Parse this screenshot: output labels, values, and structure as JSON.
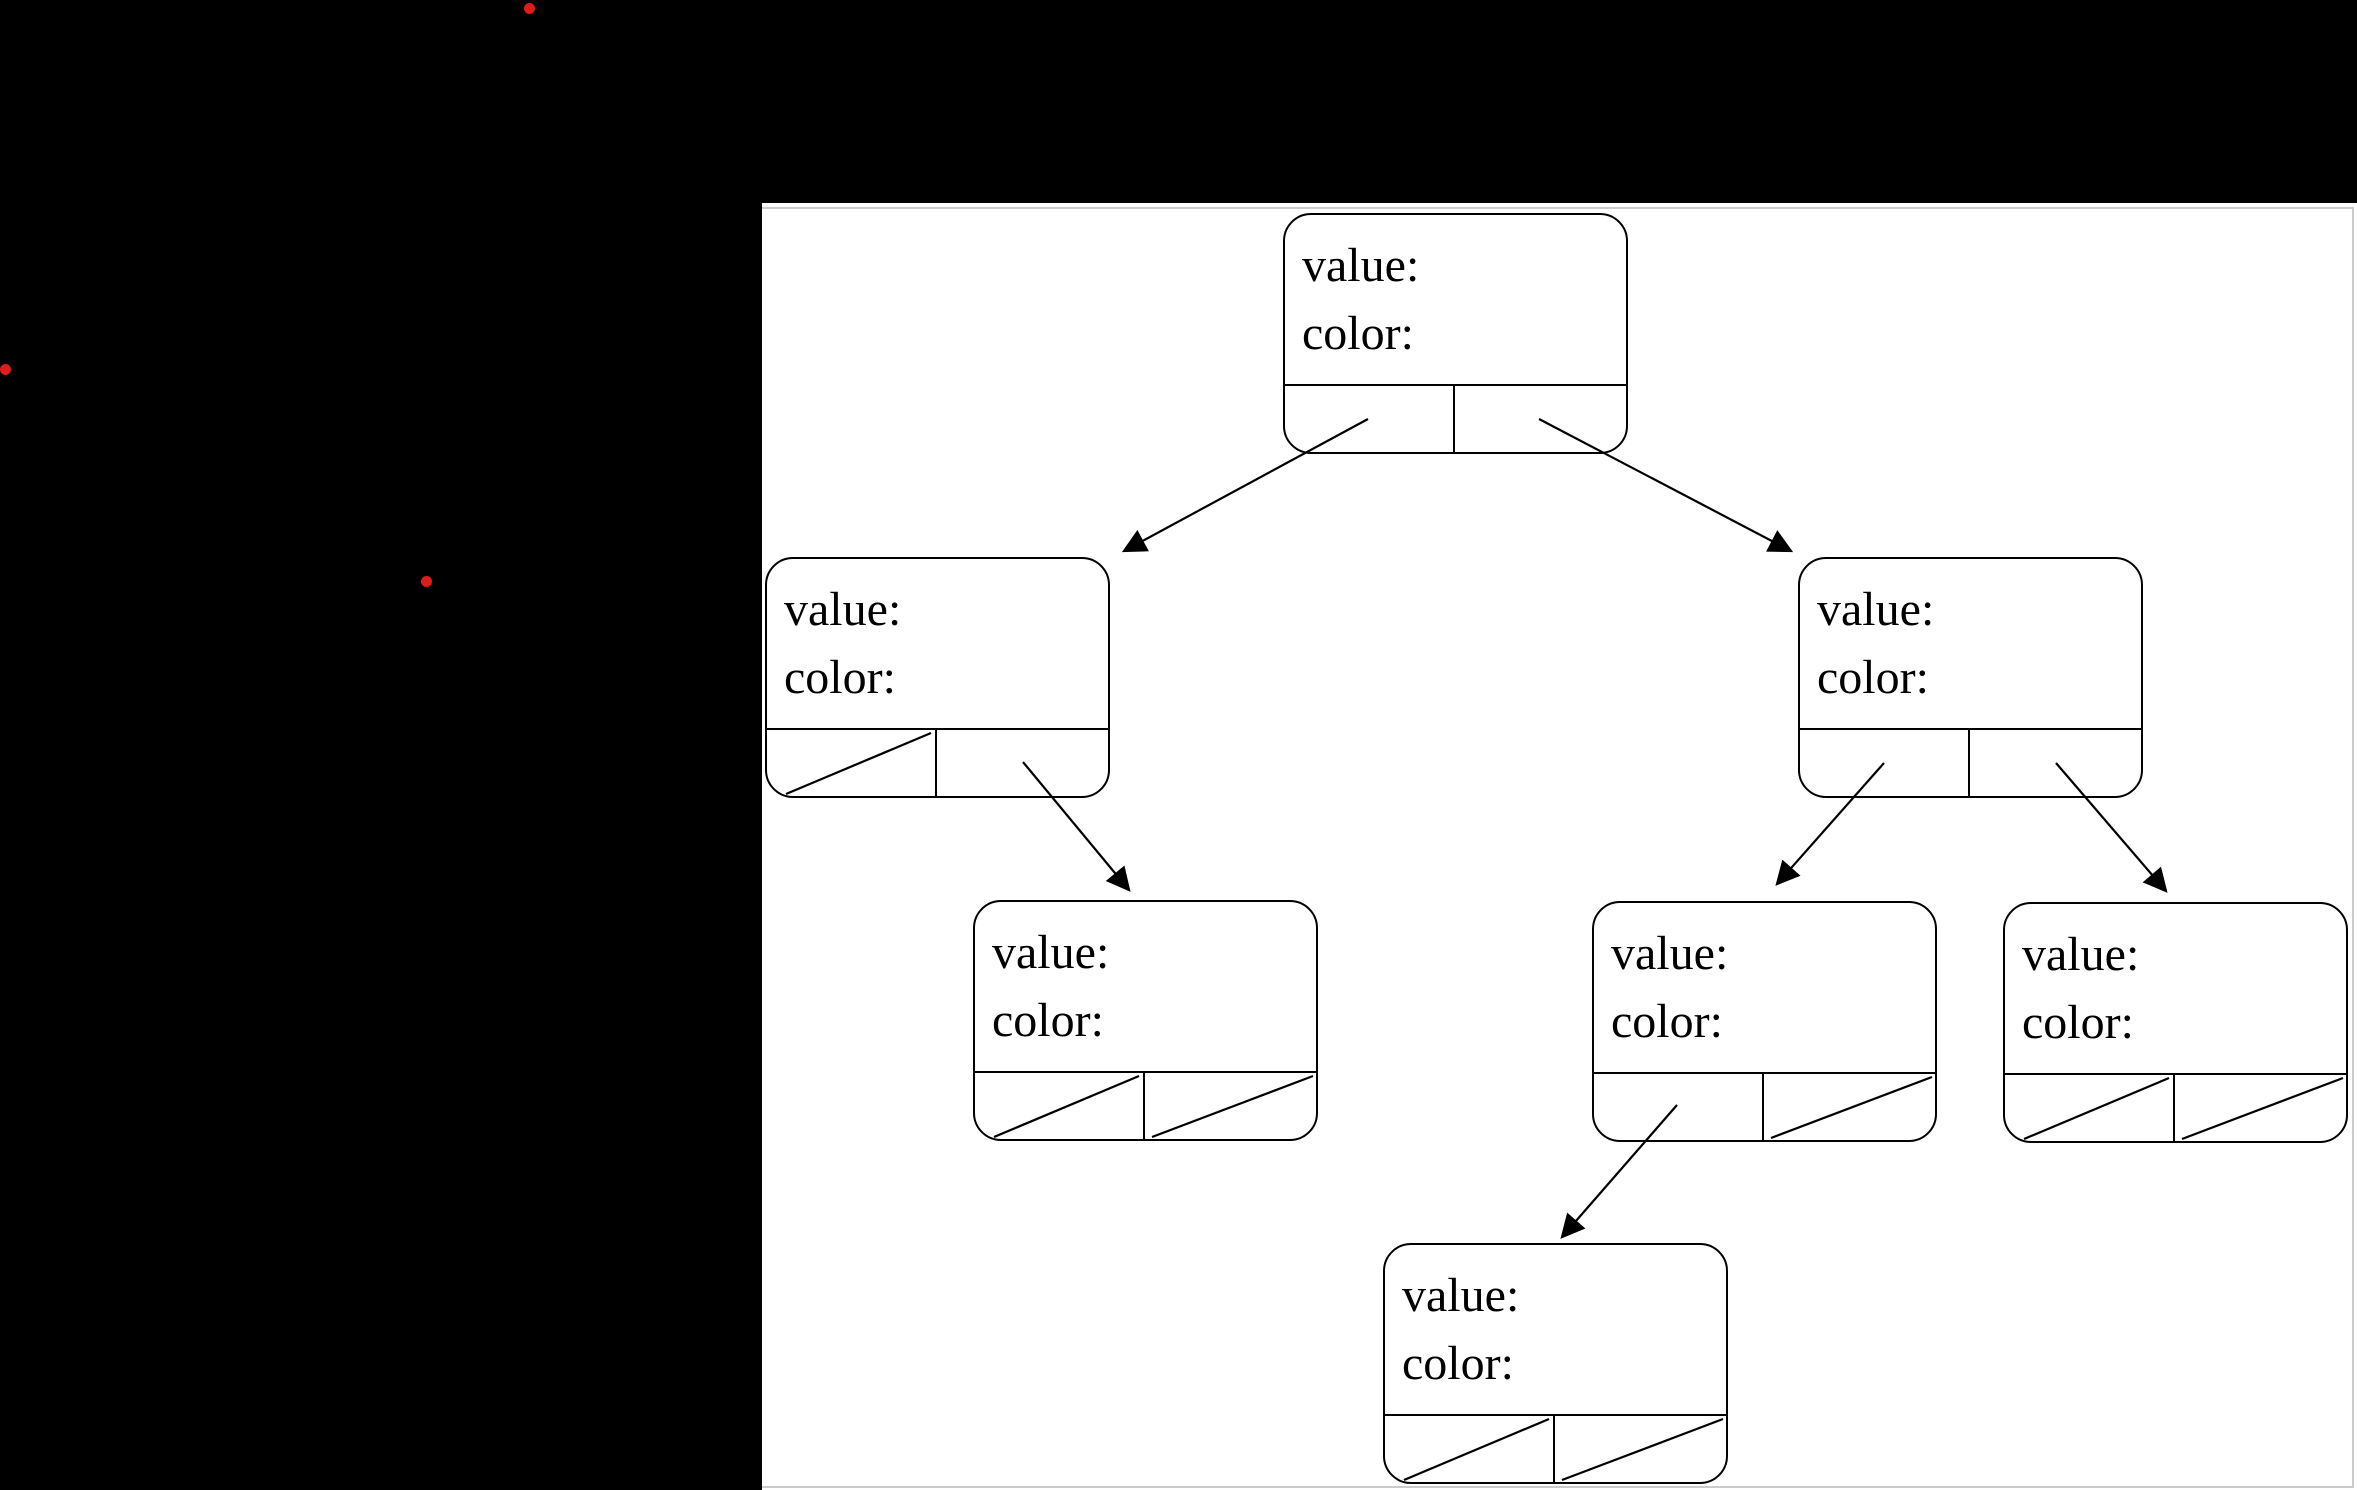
{
  "colors": {
    "desktop_background": "#000000",
    "panel_background": "#ffffff",
    "panel_border": "#cbcbcb",
    "line": "#000000",
    "text": "#000000",
    "marker_red": "#e01b1b"
  },
  "markers": {
    "description": "small red dots on black desktop background",
    "count": 3
  },
  "diagram": {
    "type": "binary-tree-node-structure",
    "nodes": [
      {
        "id": "root",
        "fields": {
          "value": "value:",
          "color": "color:"
        },
        "left_pointer": "child",
        "right_pointer": "child"
      },
      {
        "id": "left",
        "fields": {
          "value": "value:",
          "color": "color:"
        },
        "left_pointer": "null",
        "right_pointer": "child"
      },
      {
        "id": "right",
        "fields": {
          "value": "value:",
          "color": "color:"
        },
        "left_pointer": "child",
        "right_pointer": "child"
      },
      {
        "id": "left-right",
        "fields": {
          "value": "value:",
          "color": "color:"
        },
        "left_pointer": "null",
        "right_pointer": "null"
      },
      {
        "id": "right-left",
        "fields": {
          "value": "value:",
          "color": "color:"
        },
        "left_pointer": "child",
        "right_pointer": "null"
      },
      {
        "id": "right-right",
        "fields": {
          "value": "value:",
          "color": "color:"
        },
        "left_pointer": "null",
        "right_pointer": "null"
      },
      {
        "id": "right-left-left",
        "fields": {
          "value": "value:",
          "color": "color:"
        },
        "left_pointer": "null",
        "right_pointer": "null"
      }
    ],
    "edges": [
      {
        "from": "root.left_pointer",
        "to": "left"
      },
      {
        "from": "root.right_pointer",
        "to": "right"
      },
      {
        "from": "left.right_pointer",
        "to": "left-right"
      },
      {
        "from": "right.left_pointer",
        "to": "right-left"
      },
      {
        "from": "right.right_pointer",
        "to": "right-right"
      },
      {
        "from": "right-left.left_pointer",
        "to": "right-left-left"
      }
    ]
  }
}
